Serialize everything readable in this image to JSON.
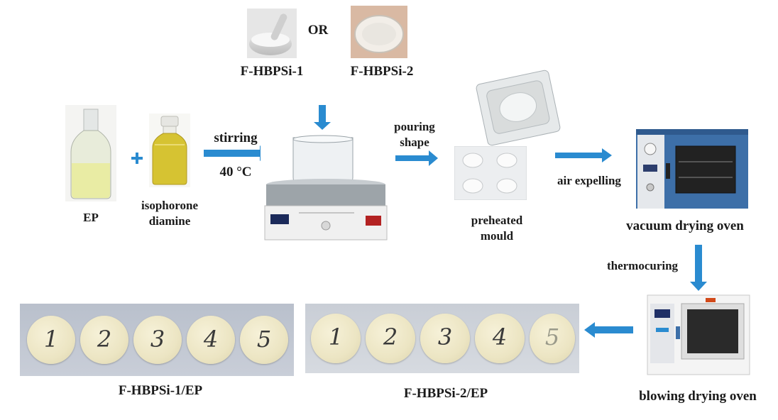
{
  "diagram": {
    "top": {
      "or_label": "OR",
      "option1": "F-HBPSi-1",
      "option2": "F-HBPSi-2"
    },
    "materials": {
      "ep": "EP",
      "plus": "+",
      "amine_line1": "isophorone",
      "amine_line2": "diamine"
    },
    "steps": {
      "stirring": "stirring",
      "temperature": "40 °C",
      "pouring_line1": "pouring",
      "pouring_line2": "shape",
      "air_expelling": "air expelling",
      "thermocuring": "thermocuring"
    },
    "equipment": {
      "mould_line1": "preheated",
      "mould_line2": "mould",
      "vacuum_oven": "vacuum drying oven",
      "blowing_oven": "blowing drying oven"
    },
    "samples": {
      "set1_label": "F-HBPSi-1/EP",
      "set2_label": "F-HBPSi-2/EP",
      "set1_numbers": [
        "1",
        "2",
        "3",
        "4",
        "5"
      ],
      "set2_numbers": [
        "1",
        "2",
        "3",
        "4",
        "5"
      ]
    },
    "colors": {
      "arrow": "#2a8bd0",
      "oven_blue": "#3d6fa8"
    }
  }
}
